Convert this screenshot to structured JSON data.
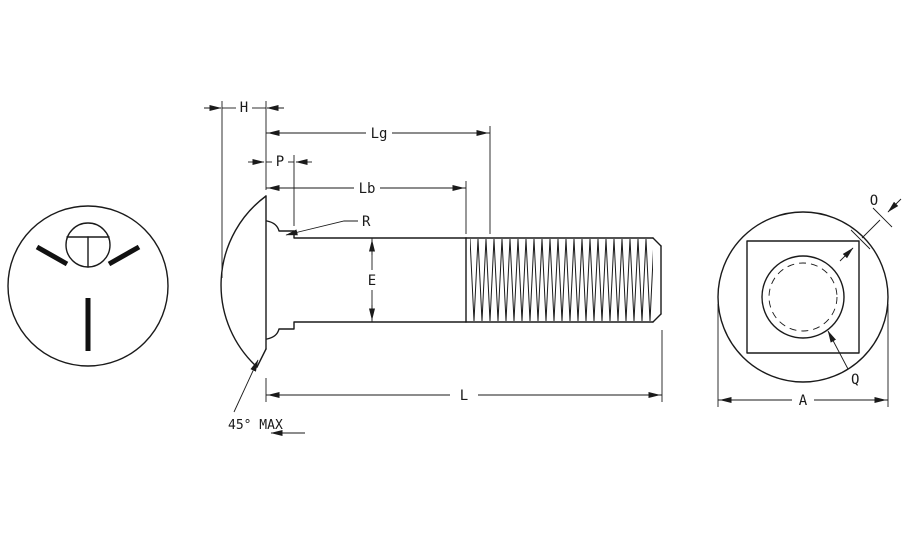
{
  "drawing": {
    "labels": {
      "head_height": "H",
      "grip_length": "Lg",
      "square_depth": "P",
      "body_length": "Lb",
      "fillet_radius": "R",
      "body_diameter": "E",
      "overall_length": "L",
      "chamfer_note": "45° MAX",
      "across_corners": "O",
      "neck_detail": "Q",
      "head_diameter": "A"
    }
  }
}
